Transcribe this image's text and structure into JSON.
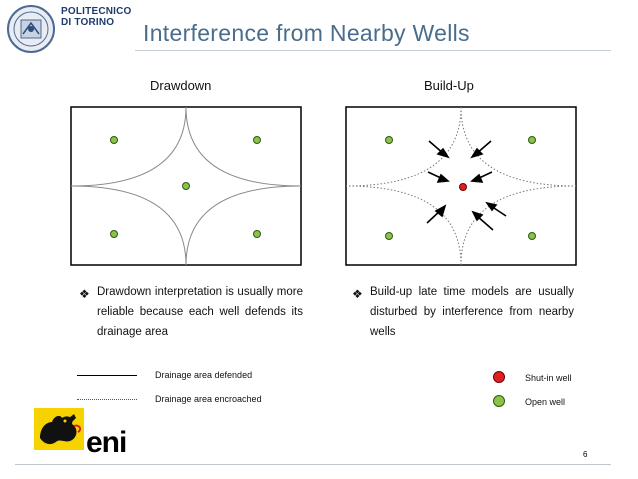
{
  "header": {
    "institution_line1": "POLITECNICO",
    "institution_line2": "DI TORINO",
    "title": "Interference from Nearby Wells"
  },
  "panels": {
    "left": {
      "title": "Drawdown"
    },
    "right": {
      "title": "Build-Up"
    }
  },
  "bullets": {
    "left": "Drawdown interpretation is usually more reliable because each well defends its drainage area",
    "right": "Build-up late time models are usually disturbed by interference from nearby wells"
  },
  "legend": {
    "solid_line": "Drainage area defended",
    "dotted_line": "Drainage area encroached",
    "shut_in": "Shut-in well",
    "open": "Open well"
  },
  "colors": {
    "open_well": "#8bc34a",
    "shut_in_well": "#e02020",
    "title": "#4a6d8c",
    "eni_yellow": "#f6d300",
    "eni_text": "#1a1a1a"
  },
  "footer": {
    "brand": "eni",
    "page_number": "6"
  }
}
